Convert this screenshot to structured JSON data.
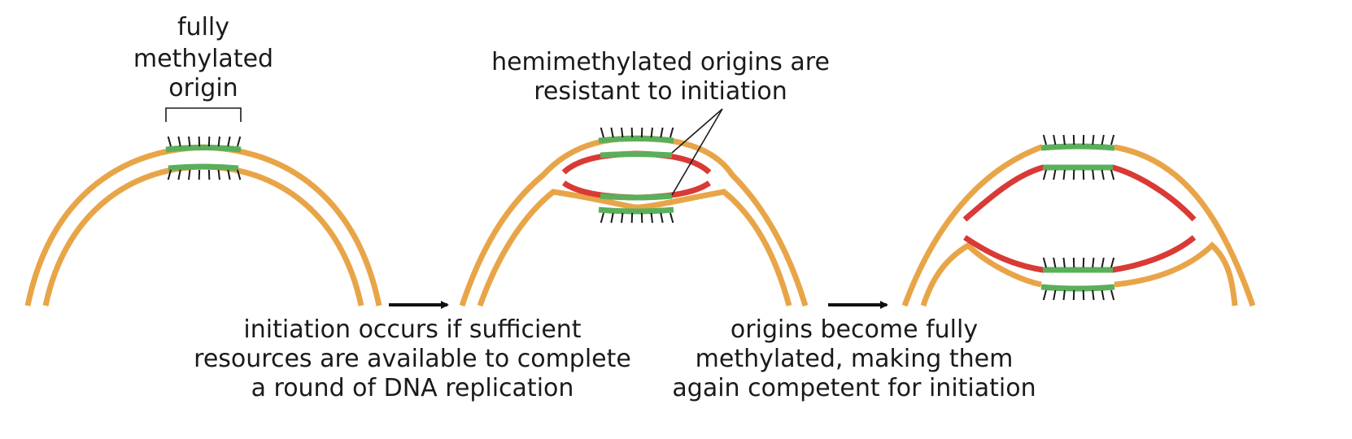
{
  "colors": {
    "parental_strand": "#E8A548",
    "methylated_origin": "#5BAF5A",
    "new_strand": "#D93A35",
    "text": "#1a1a1a"
  },
  "labels": {
    "fully_methylated": [
      "fully",
      "methylated",
      "origin"
    ],
    "hemimethylated": [
      "hemimethylated origins are",
      "resistant to initiation"
    ],
    "initiation": [
      "initiation occurs if sufficient",
      "resources are available to complete",
      "a round of DNA replication"
    ],
    "remethylation": [
      "origins become fully",
      "methylated, making them",
      "again competent for initiation"
    ]
  },
  "icons": {
    "step_arrow": "right-arrow-icon",
    "methyl_group": "methyl-tick-icon"
  }
}
